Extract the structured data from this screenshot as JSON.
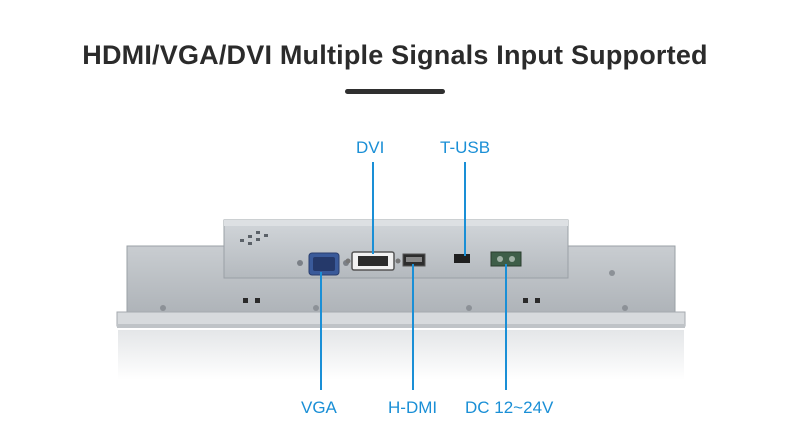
{
  "title": "HDMI/VGA/DVI Multiple Signals Input Supported",
  "accent_color": "#1a8fd6",
  "ports": {
    "dvi": "DVI",
    "tusb": "T-USB",
    "vga": "VGA",
    "hdmi": "H-DMI",
    "dc": "DC 12~24V"
  }
}
